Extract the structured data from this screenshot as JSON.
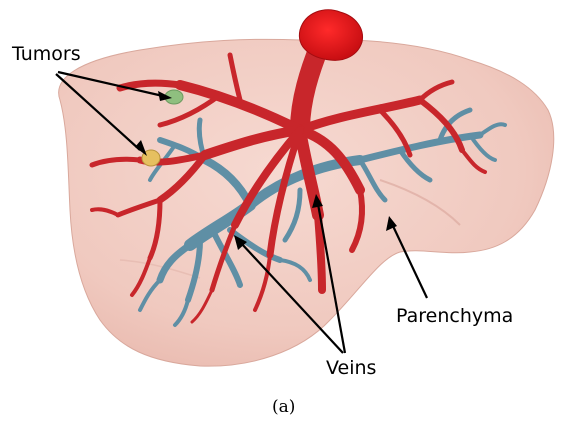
{
  "labels": {
    "tumors": "Tumors",
    "parenchyma": "Parenchyma",
    "veins": "Veins"
  },
  "caption": "(a)",
  "colors": {
    "parenchyma": "#f3cfc6",
    "veins_red": "#c8262b",
    "veins_blue": "#5f8fa5",
    "tumor_green": "#8fbf7f",
    "tumor_yellow": "#e6c060"
  }
}
